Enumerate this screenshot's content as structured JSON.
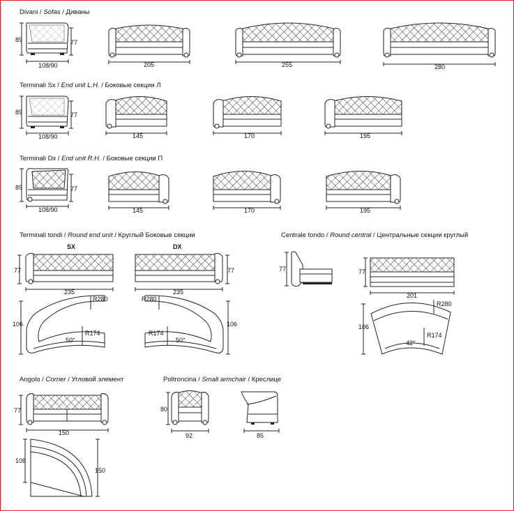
{
  "sections": {
    "divani": {
      "it": "Divani",
      "en": "Sofas",
      "ru": "Диваны"
    },
    "sx": {
      "it": "Terminali Sx",
      "en": "End unit L.H.",
      "ru": "Боковые секции Л"
    },
    "dx": {
      "it": "Terminali Dx",
      "en": "End unit R.H.",
      "ru": "Боковые секции П"
    },
    "tondi": {
      "it": "Terminali tondi",
      "en": "Round end unit",
      "ru": "Круглый Боковые секции"
    },
    "centrale": {
      "it": "Centrale tondo",
      "en": "Round central",
      "ru": "Центральные секции круглый"
    },
    "angolo": {
      "it": "Angolo",
      "en": "Corner",
      "ru": "Угловой элемент"
    },
    "poltroncina": {
      "it": "Poltroncina",
      "en": "Small armchair",
      "ru": "Креслице"
    }
  },
  "sep": " / ",
  "labels": {
    "sx": "SX",
    "dx": "DX",
    "d89": "89",
    "d77": "77",
    "d80": "80",
    "d106": "106",
    "d108": "108",
    "d150": "150",
    "d10890": "108/90",
    "w205": "205",
    "w255": "255",
    "w280": "280",
    "w145": "145",
    "w170": "170",
    "w195": "195",
    "w235": "235",
    "w201": "201",
    "w92": "92",
    "w85": "85",
    "r280": "R280",
    "r174": "R174",
    "a50": "50°",
    "a42": "42°"
  }
}
